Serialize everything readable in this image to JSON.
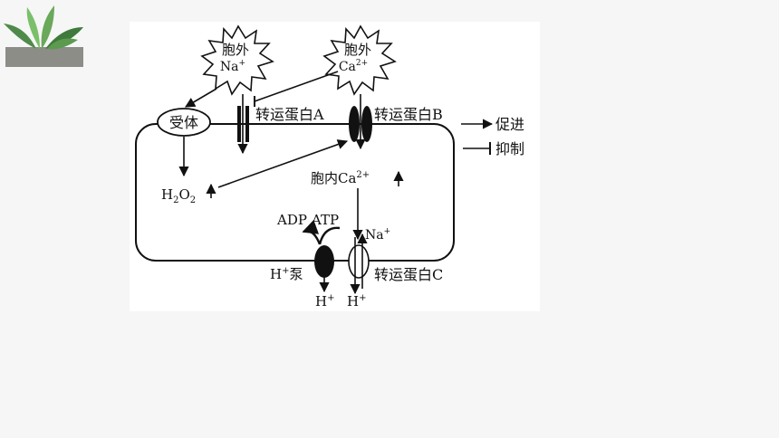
{
  "diagram": {
    "star_na_line1": "胞外",
    "star_na_line2": "Na",
    "star_na_sup": "+",
    "star_ca_line1": "胞外",
    "star_ca_line2": "Ca",
    "star_ca_sup": "2+",
    "receptor": "受体",
    "transporter_a": "转运蛋白A",
    "transporter_b": "转运蛋白B",
    "transporter_c": "转运蛋白C",
    "h2o2_h": "H",
    "h2o2_2a": "2",
    "h2o2_o": "O",
    "h2o2_2b": "2",
    "intra_ca_text": "胞内Ca",
    "intra_ca_sup": "2+",
    "adp": "ADP",
    "atp": "ATP",
    "na_plus": "Na",
    "na_plus_sup": "+",
    "h_pump": "H",
    "h_pump_sup": "+",
    "h_pump_suffix": "泵",
    "h_out_1": "H",
    "h_out_1_sup": "+",
    "h_out_2": "H",
    "h_out_2_sup": "+"
  },
  "legend": {
    "promote": "促进",
    "inhibit": "抑制"
  },
  "colors": {
    "ink": "#111111",
    "card": "#ffffff",
    "page": "#f6f6f6"
  }
}
